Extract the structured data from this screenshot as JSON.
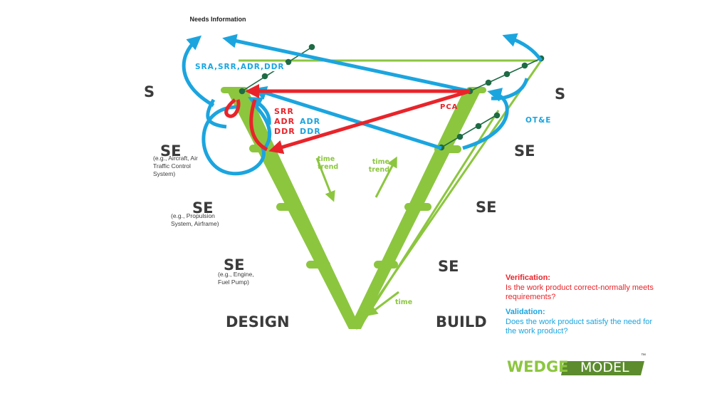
{
  "labels": {
    "needs_info": "Needs Information",
    "s_left": "S",
    "s_right": "S",
    "se": "SE",
    "se1_example": "(e.g., Aircraft, Air Traffic Control System)",
    "se2_example": "(e.g., Propulsion System, Airframe)",
    "se3_example": "(e.g., Engine, Fuel Pump)",
    "reviews_top": "SRA,SRR,ADR,DDR",
    "reviews_red": [
      "SRR",
      "ADR",
      "DDR"
    ],
    "reviews_blue": [
      "ADR",
      "DDR"
    ],
    "pca": "PCA",
    "ote": "OT&E",
    "time_trend": "time trend",
    "time": "time",
    "design": "DESIGN",
    "build": "BUILD"
  },
  "legend": {
    "verification_title": "Verification:",
    "verification_text": "Is the work product correct-normally meets requirements?",
    "validation_title": "Validation:",
    "validation_text": "Does the work product satisfy the need for the work product?"
  },
  "logo": {
    "left": "WEDGE",
    "right": "MODEL",
    "tm": "™"
  },
  "colors": {
    "green": "#8cc63f",
    "blue": "#1ba5df",
    "red": "#e8242a",
    "dark_green": "#1e6b45",
    "text": "#3b3b3b",
    "logo_bg": "#5c8c2d"
  }
}
